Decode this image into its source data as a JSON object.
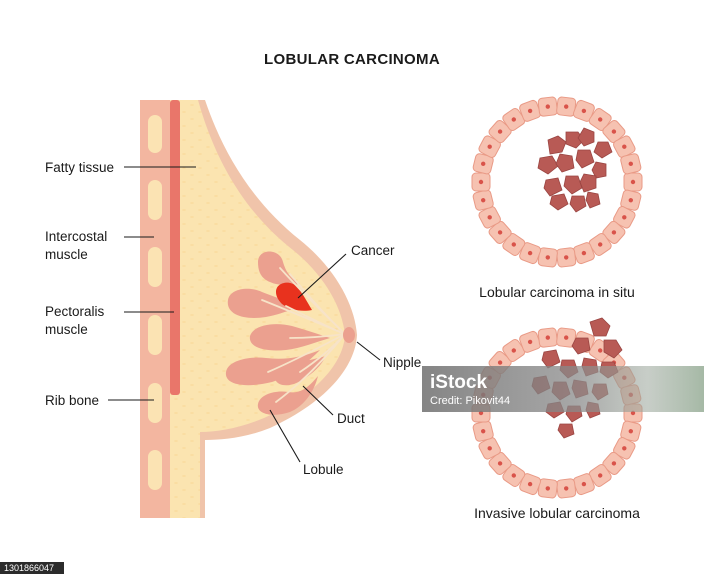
{
  "title": "LOBULAR CARCINOMA",
  "labels": {
    "fatty_tissue": "Fatty tissue",
    "intercostal_1": "Intercostal",
    "intercostal_2": "muscle",
    "pectoralis_1": "Pectoralis",
    "pectoralis_2": "muscle",
    "rib_bone": "Rib bone",
    "cancer": "Cancer",
    "nipple": "Nipple",
    "duct": "Duct",
    "lobule": "Lobule"
  },
  "captions": {
    "in_situ": "Lobular carcinoma in situ",
    "invasive": "Invasive lobular carcinoma"
  },
  "watermark": {
    "brand": "iStock",
    "credit": "Credit: Pikovit44"
  },
  "stock_id": "1301866047",
  "colors": {
    "rib_wall": "#f3b6a0",
    "rib_bone": "#fbe3b3",
    "muscle": "#e9766a",
    "fat": "#fbe0a6",
    "skin": "#f0c4aa",
    "lobule": "#eba08f",
    "cancer": "#e8321e",
    "cell": "#f6c2b1",
    "cell_border": "#e99a86",
    "nucleus": "#d9534a",
    "tumor": "#b85a55"
  }
}
